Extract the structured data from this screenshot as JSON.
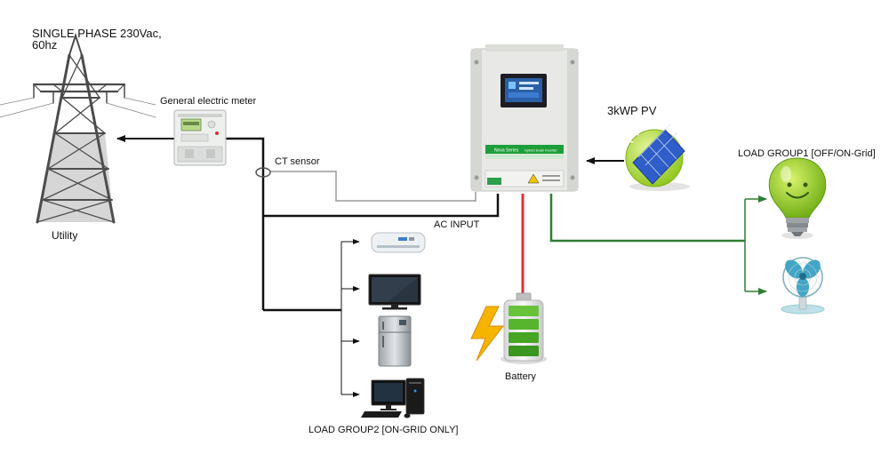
{
  "labels": {
    "grid_title_line1": "SINGLE PHASE 230Vac,",
    "grid_title_line2": "60hz",
    "utility": "Utility",
    "meter": "General electric meter",
    "ct_sensor": "CT sensor",
    "ac_input": "AC INPUT",
    "pv": "3kWP PV",
    "battery": "Battery",
    "load_group1": "LOAD GROUP1 [OFF/ON-Grid]",
    "load_group2": "LOAD GROUP2 [ON-GRID ONLY]"
  },
  "inverter_panel": {
    "brand_text": "Nova Series",
    "model_text": "Hybrid Solar Inverter"
  },
  "colors": {
    "ac_line": "#111111",
    "ct_line": "#999999",
    "battery_line": "#e0303a",
    "load1_line": "#2e7d32",
    "inverter_accent": "#1e9e3a",
    "tower": "#4a4a4a"
  },
  "icons": [
    "power-tower-icon",
    "electric-meter-icon",
    "hybrid-inverter-icon",
    "solar-panel-icon",
    "battery-icon",
    "lightning-icon",
    "light-bulb-icon",
    "fan-icon",
    "air-conditioner-icon",
    "television-icon",
    "refrigerator-icon",
    "desktop-computer-icon"
  ]
}
